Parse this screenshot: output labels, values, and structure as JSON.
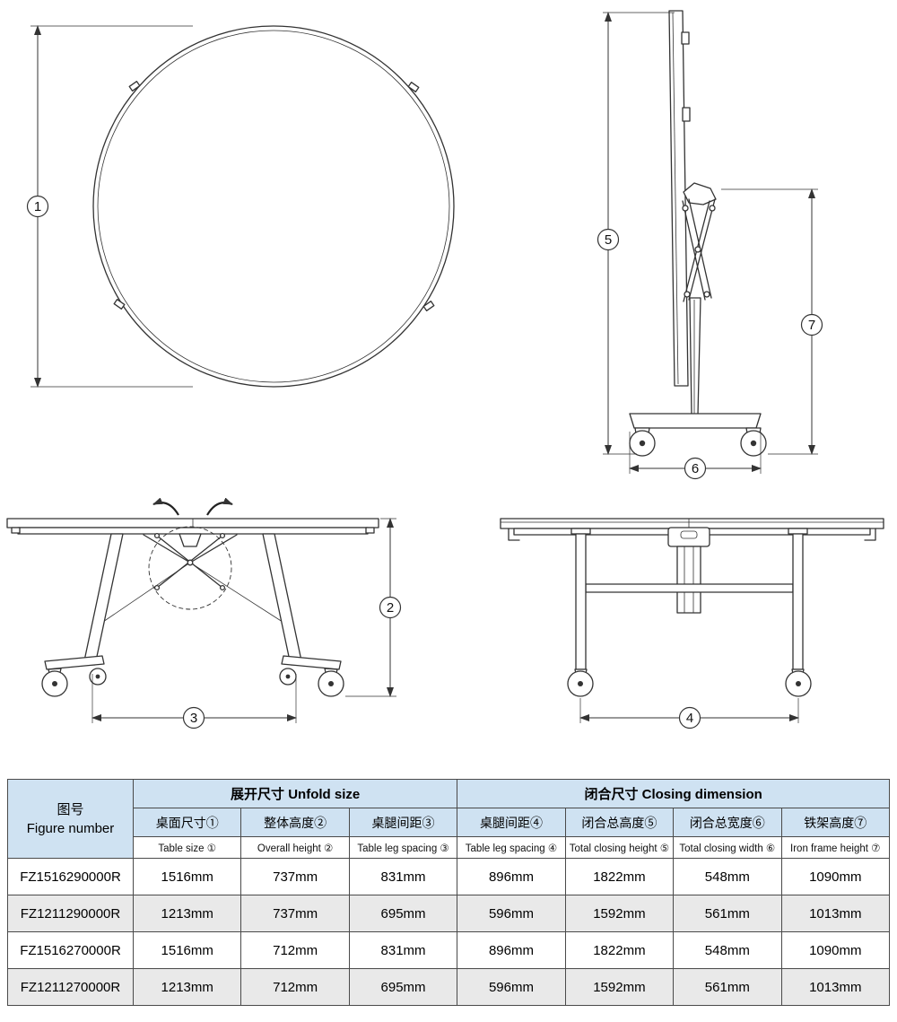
{
  "drawings": {
    "labels": {
      "d1": "1",
      "d2": "2",
      "d3": "3",
      "d4": "4",
      "d5": "5",
      "d6": "6",
      "d7": "7"
    }
  },
  "table": {
    "figure_header_cn": "图号",
    "figure_header_en": "Figure number",
    "unfold_header": "展开尺寸 Unfold size",
    "closing_header": "闭合尺寸 Closing dimension",
    "columns": [
      {
        "cn": "桌面尺寸①",
        "en": "Table size ①"
      },
      {
        "cn": "整体高度②",
        "en": "Overall height ②"
      },
      {
        "cn": "桌腿间距③",
        "en": "Table leg spacing ③"
      },
      {
        "cn": "桌腿间距④",
        "en": "Table leg spacing ④"
      },
      {
        "cn": "闭合总高度⑤",
        "en": "Total closing height ⑤"
      },
      {
        "cn": "闭合总宽度⑥",
        "en": "Total closing width ⑥"
      },
      {
        "cn": "铁架高度⑦",
        "en": "Iron frame height ⑦"
      }
    ],
    "rows": [
      {
        "figure": "FZ1516290000R",
        "values": [
          "1516mm",
          "737mm",
          "831mm",
          "896mm",
          "1822mm",
          "548mm",
          "1090mm"
        ]
      },
      {
        "figure": "FZ1211290000R",
        "values": [
          "1213mm",
          "737mm",
          "695mm",
          "596mm",
          "1592mm",
          "561mm",
          "1013mm"
        ]
      },
      {
        "figure": "FZ1516270000R",
        "values": [
          "1516mm",
          "712mm",
          "831mm",
          "896mm",
          "1822mm",
          "548mm",
          "1090mm"
        ]
      },
      {
        "figure": "FZ1211270000R",
        "values": [
          "1213mm",
          "712mm",
          "695mm",
          "596mm",
          "1592mm",
          "561mm",
          "1013mm"
        ]
      }
    ]
  },
  "colors": {
    "header_bg": "#cfe2f2",
    "row_alt_bg": "#e9e9e9",
    "table_border": "#4a4a4a",
    "line_color": "#333333"
  }
}
